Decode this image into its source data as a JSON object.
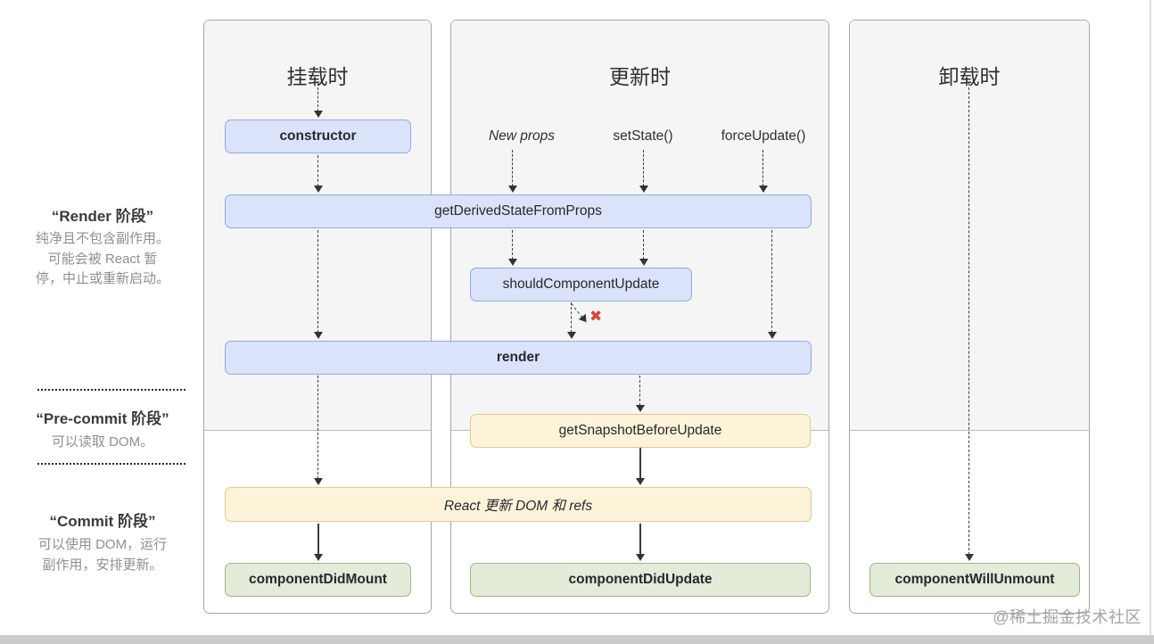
{
  "sidebar": {
    "render_phase": {
      "title": "“Render 阶段”",
      "desc": "纯净且不包含副作用。\n可能会被 React 暂\n停，中止或重新启动。"
    },
    "precommit_phase": {
      "title": "“Pre-commit 阶段”",
      "desc": "可以读取 DOM。"
    },
    "commit_phase": {
      "title": "“Commit 阶段”",
      "desc": "可以使用 DOM，运行\n副作用，安排更新。"
    }
  },
  "columns": {
    "mounting": {
      "title": "挂载时"
    },
    "updating": {
      "title": "更新时",
      "triggers": [
        "New props",
        "setState()",
        "forceUpdate()"
      ]
    },
    "unmounting": {
      "title": "卸载时"
    }
  },
  "nodes": {
    "constructor": "constructor",
    "get_derived_state_from_props": "getDerivedStateFromProps",
    "should_component_update": "shouldComponentUpdate",
    "render": "render",
    "get_snapshot_before_update": "getSnapshotBeforeUpdate",
    "react_updates_dom": "React 更新 DOM 和 refs",
    "component_did_mount": "componentDidMount",
    "component_did_update": "componentDidUpdate",
    "component_will_unmount": "componentWillUnmount"
  },
  "annotations": {
    "skip_marker": "✖"
  },
  "watermark": "@稀土掘金技术社区",
  "colors": {
    "box_blue_bg": "#dae3f9",
    "box_blue_border": "#8fa9e8",
    "box_yellow_bg": "#fdf3d8",
    "box_yellow_border": "#e2c98b",
    "box_green_bg": "#e3ebd9",
    "box_green_border": "#a0b585",
    "skip_red": "#d9453a",
    "panel_gray": "#f5f5f6"
  }
}
